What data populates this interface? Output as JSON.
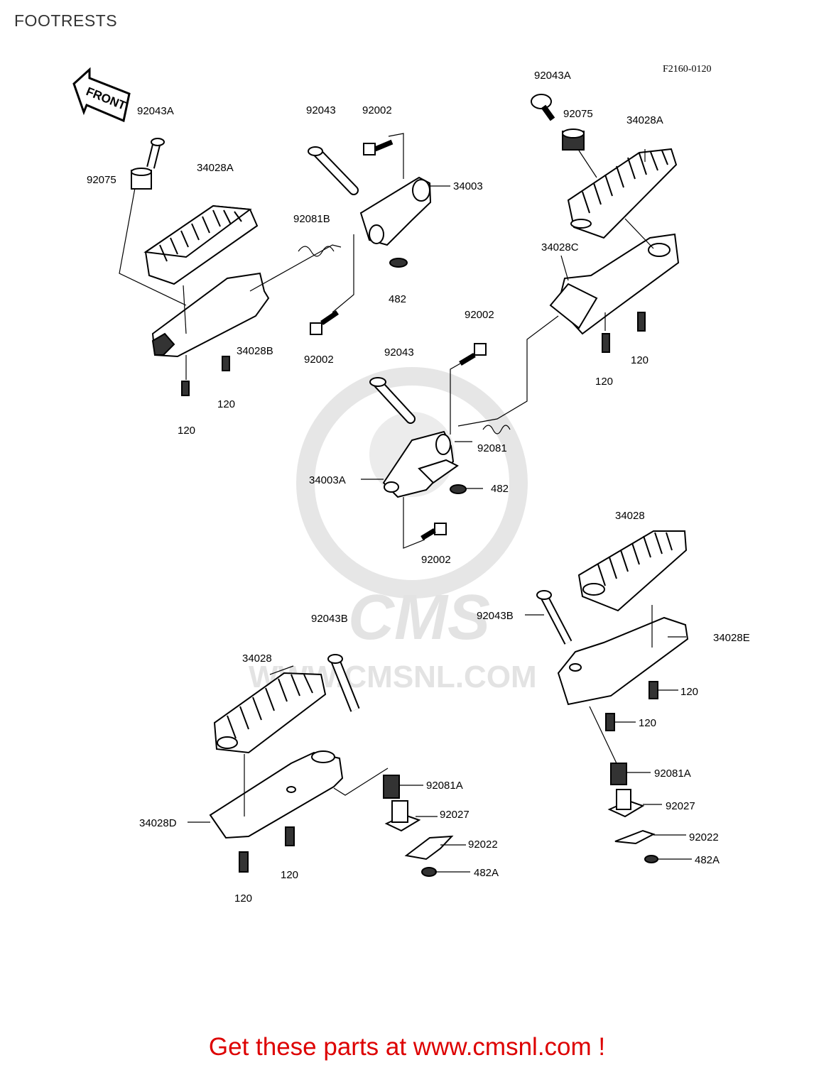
{
  "title": "FOOTRESTS",
  "figure_code": "F2160-0120",
  "front_arrow_label": "FRONT",
  "watermark": {
    "brand": "CMS",
    "url": "WWW.CMSNL.COM"
  },
  "callouts": {
    "c1": "92043A",
    "c2": "92075",
    "c3": "34028A",
    "c4": "92043",
    "c5": "92002",
    "c6": "34003",
    "c7": "92081B",
    "c8": "482",
    "c9": "92002",
    "c10": "34028B",
    "c11": "120",
    "c12": "120",
    "c13": "92043A",
    "c14": "92075",
    "c15": "34028A",
    "c16": "34028C",
    "c17": "120",
    "c18": "120",
    "c19": "92002",
    "c20": "92043",
    "c21": "92081",
    "c22": "34003A",
    "c23": "482",
    "c24": "92002",
    "c25": "34028",
    "c26": "92043B",
    "c27": "34028E",
    "c28": "120",
    "c29": "120",
    "c30": "92081A",
    "c31": "92027",
    "c32": "92022",
    "c33": "482A",
    "c34": "92043B",
    "c35": "34028",
    "c36": "92081A",
    "c37": "92027",
    "c38": "92022",
    "c39": "482A",
    "c40": "34028D",
    "c41": "120",
    "c42": "120"
  },
  "footer_text": "Get these parts at www.cmsnl.com !"
}
